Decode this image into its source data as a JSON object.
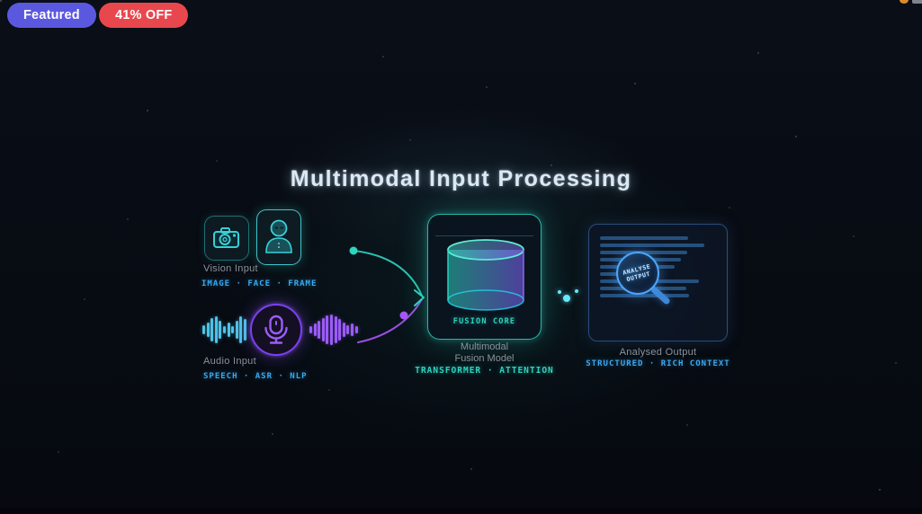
{
  "badges": {
    "featured_label": "Featured",
    "discount_label": "41% OFF"
  },
  "heading": {
    "title": "Multimodal Input Processing"
  },
  "vision": {
    "label": "Vision Input",
    "tags": "IMAGE · FACE · FRAME"
  },
  "audio": {
    "label": "Audio Input",
    "tags": "SPEECH · ASR · NLP",
    "waveform_left": [
      10,
      16,
      26,
      30,
      20,
      8,
      16,
      8,
      20,
      30,
      24
    ],
    "waveform_right": [
      8,
      14,
      20,
      26,
      32,
      34,
      30,
      24,
      16,
      10,
      14,
      8
    ]
  },
  "fusion": {
    "core_label": "FUSION CORE",
    "name_line1": "Multimodal",
    "name_line2": "Fusion Model",
    "tags": "TRANSFORMER · ATTENTION"
  },
  "output": {
    "label": "Analysed Output",
    "tags": "STRUCTURED · RICH CONTEXT",
    "lens_line1": "ANALYSE",
    "lens_line2": "OUTPUT",
    "line_widths": [
      98,
      116,
      97,
      90,
      83,
      62,
      110,
      96,
      99
    ]
  },
  "colors": {
    "accent_teal": "#2dd4bf",
    "accent_cyan": "#38aaf2",
    "accent_purple": "#9b5cf7",
    "badge_purple": "#5b58e0",
    "badge_red": "#e8474e",
    "text_muted": "#8b929b",
    "title_color": "#dce9f4",
    "card_blue_border": "#2a4d7e",
    "line_blue": "#2b5a8c",
    "lens_blue": "#4da6ff",
    "wave_cyan": "#4fc3e8",
    "page_bg": "#080c14"
  }
}
